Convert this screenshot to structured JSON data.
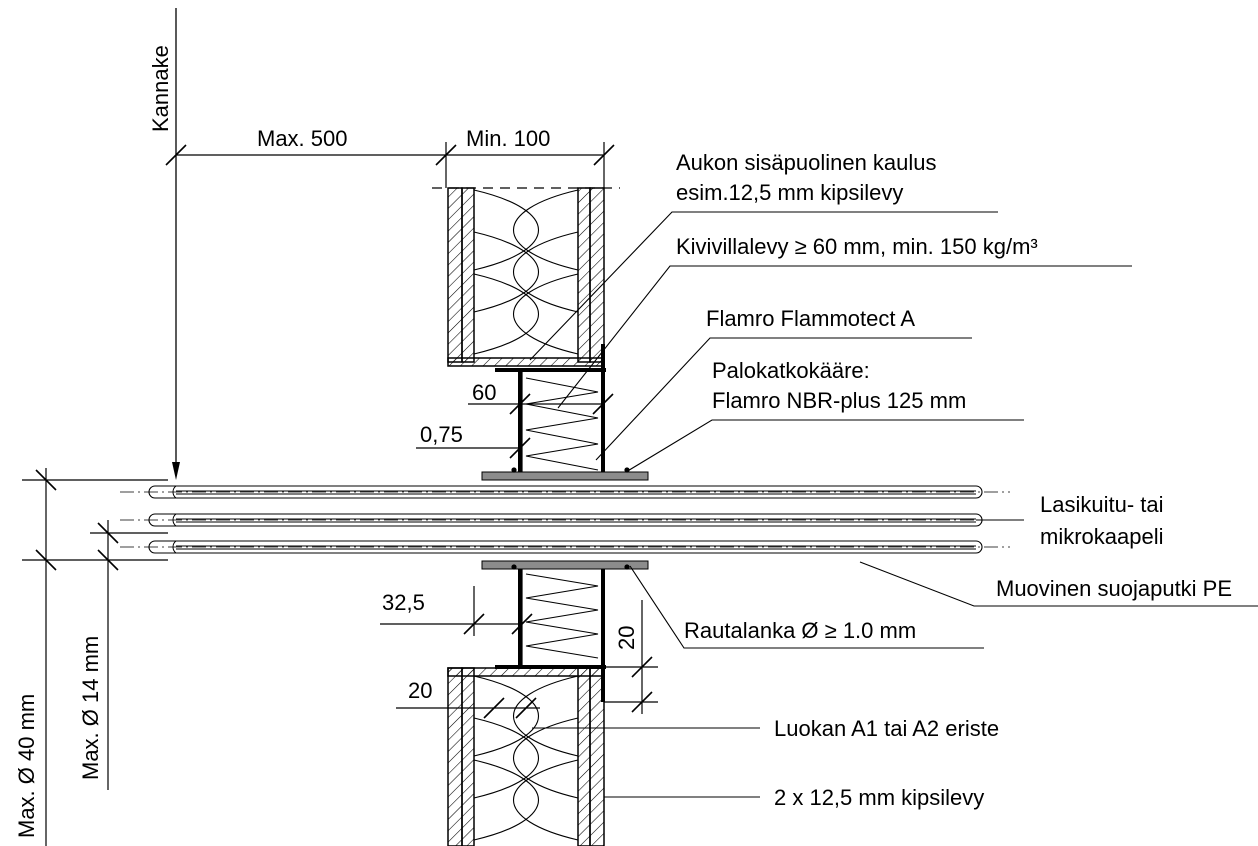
{
  "labels": {
    "bracket": "Kannake",
    "max_500": "Max. 500",
    "min_100": "Min. 100",
    "collar_line1": "Aukon sisäpuolinen kaulus",
    "collar_line2": "esim.12,5 mm kipsilevy",
    "stone_wool": "Kivivillalevy ≥ 60 mm, min. 150 kg/m³",
    "flammotect": "Flamro Flammotect A",
    "wrap_line1": "Palokatkokääre:",
    "wrap_line2": "Flamro NBR-plus 125 mm",
    "cable_line1": "Lasikuitu- tai",
    "cable_line2": "mikrokaapeli",
    "pe_pipe": "Muovinen suojaputki PE",
    "wire": "Rautalanka Ø ≥ 1.0 mm",
    "insulation": "Luokan A1 tai A2 eriste",
    "gypsum": "2 x 12,5 mm kipsilevy",
    "max_d40": "Max. Ø 40 mm",
    "max_d14": "Max. Ø 14 mm"
  },
  "dimensions": {
    "d60": "60",
    "d075": "0,75",
    "d325": "32,5",
    "d20_vertical": "20",
    "d20_left": "20"
  }
}
